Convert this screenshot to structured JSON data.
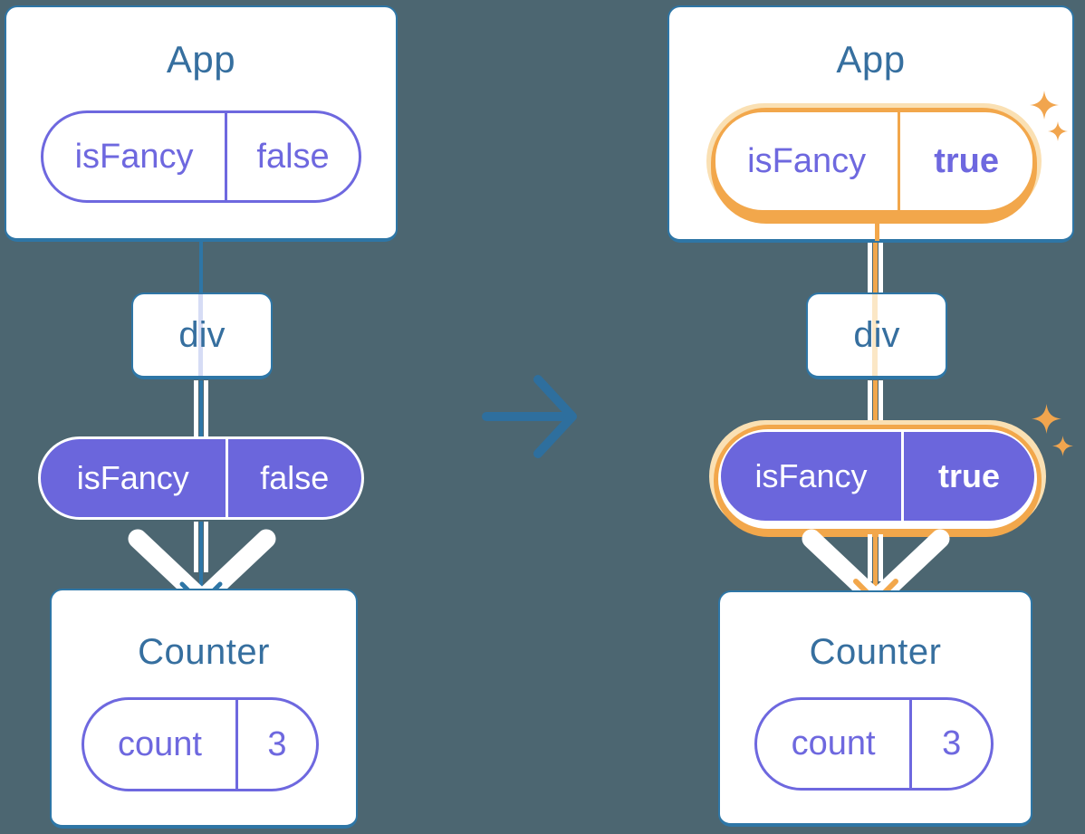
{
  "diagram": {
    "before": {
      "app": {
        "title": "App",
        "prop_name": "isFancy",
        "prop_value": "false"
      },
      "div": {
        "label": "div"
      },
      "passed_prop": {
        "name": "isFancy",
        "value": "false"
      },
      "counter": {
        "title": "Counter",
        "prop_name": "count",
        "prop_value": "3"
      }
    },
    "after": {
      "app": {
        "title": "App",
        "prop_name": "isFancy",
        "prop_value": "true"
      },
      "div": {
        "label": "div"
      },
      "passed_prop": {
        "name": "isFancy",
        "value": "true"
      },
      "counter": {
        "title": "Counter",
        "prop_name": "count",
        "prop_value": "3"
      }
    },
    "icons": {
      "transition_arrow": "right-arrow",
      "pass_down_arrow": "down-chevron",
      "highlight": "sparkles"
    },
    "colors": {
      "background": "#4C6671",
      "card_border_blue": "#2E76A6",
      "heading_text_blue": "#366F9F",
      "purple_fill": "#6B66DC",
      "purple_outline": "#6E68DF",
      "highlight_orange": "#F2A74B",
      "highlight_glow": "#FAE0B3",
      "stripe_periwinkle": "#D6DCF5",
      "stripe_peach": "#FBE7C6",
      "white": "#FFFFFF"
    }
  }
}
